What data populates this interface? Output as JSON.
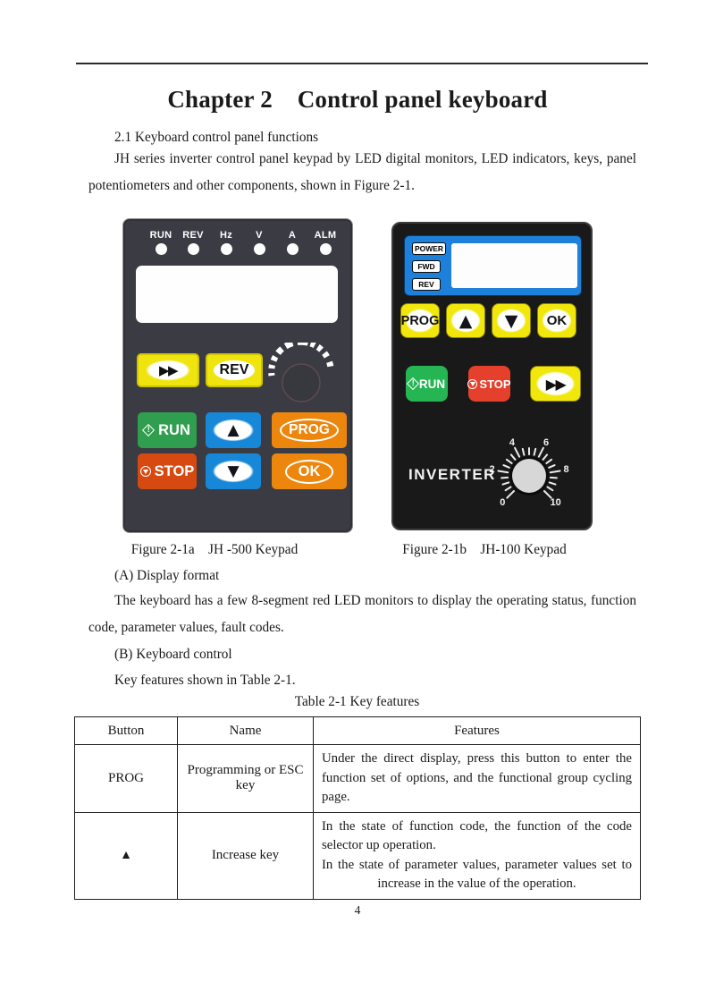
{
  "doc": {
    "chapter_line": "Chapter 2    Control panel keyboard",
    "section_title": "2.1 Keyboard control panel functions",
    "intro": "JH series inverter control panel keypad by LED digital monitors, LED indicators, keys, panel potentiometers and other components, shown in Figure 2-1.",
    "display_heading": "(A) Display format",
    "display_text": "The keyboard has a few 8-segment red LED monitors to display the operating status, function code, parameter values, fault codes.",
    "keyboard_heading": "(B) Keyboard control",
    "keyboard_text": "Key features shown in Table 2-1.",
    "page_number": "4"
  },
  "figure_a": {
    "caption": "Figure 2-1a    JH -500 Keypad",
    "leds": [
      "RUN",
      "REV",
      "Hz",
      "V",
      "A",
      "ALM"
    ],
    "buttons": {
      "ff": "▶▶",
      "rev": "REV",
      "run": "RUN",
      "up": "▲",
      "prog": "PROG",
      "stop": "STOP",
      "down": "▼",
      "ok": "OK"
    },
    "icons": {
      "run": "diamond-exclamation-icon",
      "stop": "circle-stop-icon",
      "knob": "potentiometer-knob-with-dashed-gauge"
    }
  },
  "figure_b": {
    "caption": "Figure 2-1b    JH-100 Keypad",
    "indicators": [
      "POWER",
      "FWD",
      "REV"
    ],
    "buttons": {
      "prog": "PROG",
      "up": "▲",
      "down": "▼",
      "ok": "OK",
      "run": "RUN",
      "stop": "STOP",
      "ff": "▶▶"
    },
    "label": "INVERTER",
    "pot_scale": [
      "0",
      "2",
      "4",
      "6",
      "8",
      "10"
    ]
  },
  "table": {
    "caption": "Table 2-1 Key features",
    "headers": [
      "Button",
      "Name",
      "Features"
    ],
    "rows": [
      {
        "button": "PROG",
        "name": "Programming or ESC key",
        "features": [
          "Under the direct display, press this button to enter the function set of options, and the functional group cycling page."
        ]
      },
      {
        "button": "▲",
        "name": "Increase key",
        "features": [
          "In the state of function code, the function of the code selector up operation.",
          "In the state of parameter values, parameter values set to increase in the value of the operation."
        ]
      }
    ]
  },
  "colors": {
    "panel_dark_gray": "#3b3b43",
    "panel_black": "#191919",
    "button_yellow": "#f2e70d",
    "button_green_jh500": "#2f9e4e",
    "button_green_jh100": "#25b553",
    "button_red_jh500": "#d64a12",
    "button_red_jh100": "#e5402c",
    "button_blue": "#1787d8",
    "button_orange": "#ec860c",
    "display_blue": "#1d80da"
  }
}
